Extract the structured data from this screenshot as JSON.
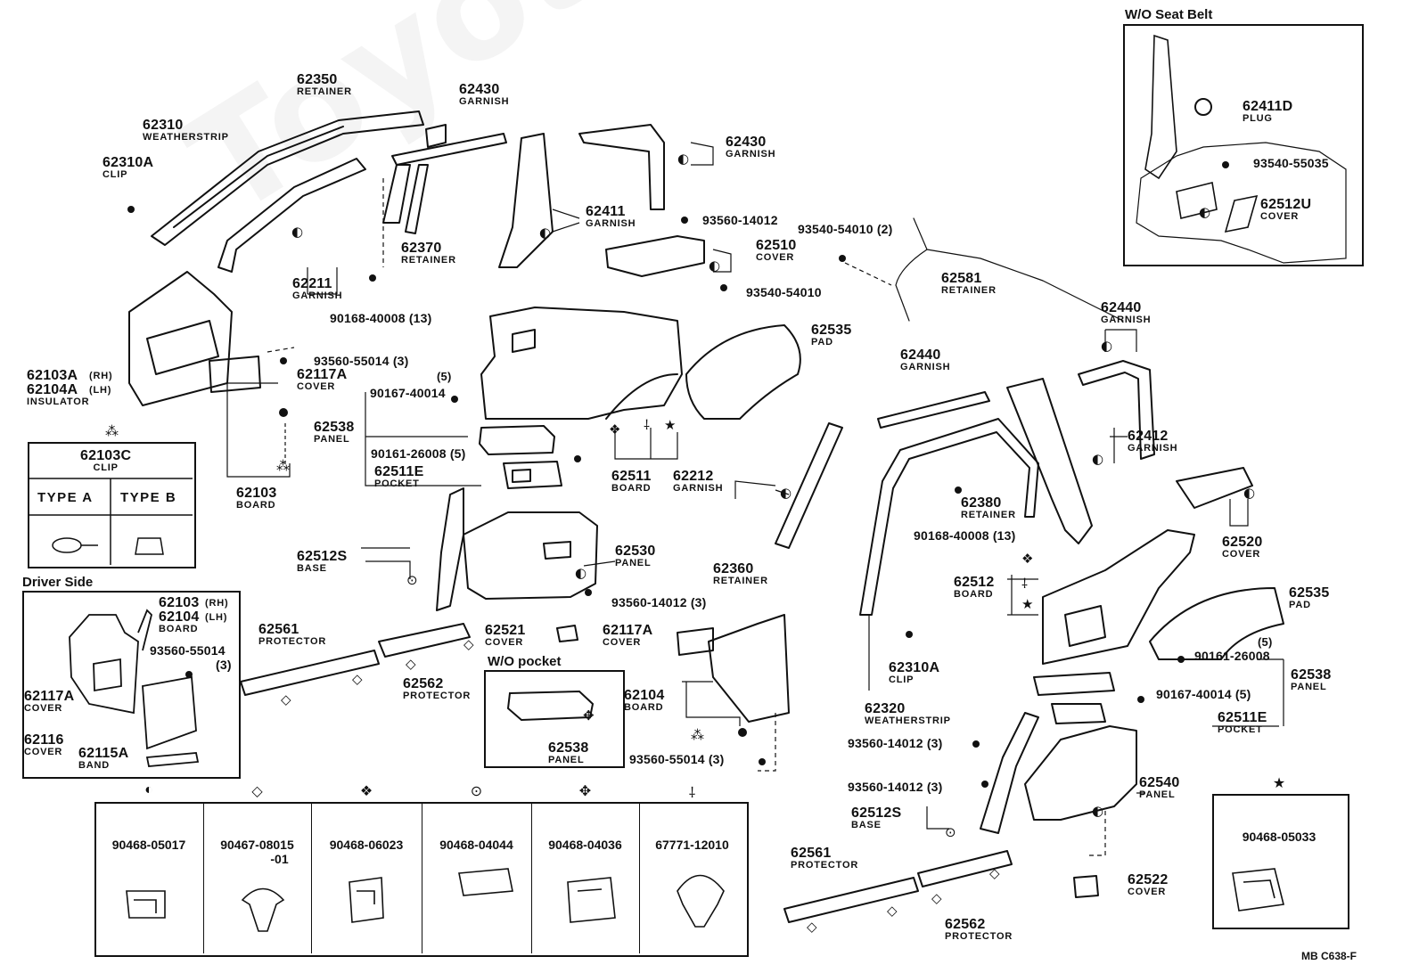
{
  "watermark": "ToyotaCarMine.ru",
  "reference": "MB  C638-F",
  "boxes": {
    "wo_seat_belt": "W/O Seat Belt",
    "driver_side": "Driver Side",
    "wo_pocket": "W/O pocket",
    "clip_table": {
      "code": "62103C",
      "name": "CLIP",
      "type_a": "TYPE  A",
      "type_b": "TYPE  B"
    }
  },
  "parts": [
    {
      "id": "p62350",
      "num": "62350",
      "name": "RETAINER"
    },
    {
      "id": "p62310",
      "num": "62310",
      "name": "WEATHERSTRIP"
    },
    {
      "id": "p62310a",
      "num": "62310A",
      "name": "CLIP"
    },
    {
      "id": "p62430a",
      "num": "62430",
      "name": "GARNISH"
    },
    {
      "id": "p62430b",
      "num": "62430",
      "name": "GARNISH"
    },
    {
      "id": "p62411",
      "num": "62411",
      "name": "GARNISH"
    },
    {
      "id": "p62411d",
      "num": "62411D",
      "name": "PLUG"
    },
    {
      "id": "p93540_55035",
      "num": "93540-55035",
      "name": ""
    },
    {
      "id": "p62512u",
      "num": "62512U",
      "name": "COVER"
    },
    {
      "id": "p93560_14012a",
      "num": "93560-14012",
      "name": ""
    },
    {
      "id": "p62370",
      "num": "62370",
      "name": "RETAINER"
    },
    {
      "id": "p62211",
      "num": "62211",
      "name": "GARNISH"
    },
    {
      "id": "p90168a",
      "num": "90168-40008 (13)",
      "name": ""
    },
    {
      "id": "p62510",
      "num": "62510",
      "name": "COVER"
    },
    {
      "id": "p93540_54010a",
      "num": "93540-54010 (2)",
      "name": ""
    },
    {
      "id": "p93540_54010b",
      "num": "93540-54010",
      "name": ""
    },
    {
      "id": "p62581",
      "num": "62581",
      "name": "RETAINER"
    },
    {
      "id": "p62440a",
      "num": "62440",
      "name": "GARNISH"
    },
    {
      "id": "p62440b",
      "num": "62440",
      "name": "GARNISH"
    },
    {
      "id": "p93560_55014a",
      "num": "93560-55014 (3)",
      "name": ""
    },
    {
      "id": "p62117a",
      "num": "62117A",
      "name": "COVER"
    },
    {
      "id": "p62103a",
      "num": "62103A",
      "name": "",
      "suffix": "(RH)"
    },
    {
      "id": "p62104a",
      "num": "62104A",
      "name": "INSULATOR",
      "suffix": "(LH)"
    },
    {
      "id": "p62535a",
      "num": "62535",
      "name": "PAD"
    },
    {
      "id": "p90167a",
      "num": "90167-40014",
      "name": ""
    },
    {
      "id": "p5a",
      "num": "(5)",
      "name": ""
    },
    {
      "id": "p62538a",
      "num": "62538",
      "name": "PANEL"
    },
    {
      "id": "p90161a",
      "num": "90161-26008 (5)",
      "name": ""
    },
    {
      "id": "p62511e",
      "num": "62511E",
      "name": "POCKET"
    },
    {
      "id": "p62511",
      "num": "62511",
      "name": "BOARD"
    },
    {
      "id": "p62212",
      "num": "62212",
      "name": "GARNISH"
    },
    {
      "id": "p62412",
      "num": "62412",
      "name": "GARNISH"
    },
    {
      "id": "p62103",
      "num": "62103",
      "name": "BOARD"
    },
    {
      "id": "p62380",
      "num": "62380",
      "name": "RETAINER"
    },
    {
      "id": "p90168b",
      "num": "90168-40008 (13)",
      "name": ""
    },
    {
      "id": "p62520",
      "num": "62520",
      "name": "COVER"
    },
    {
      "id": "p62512s",
      "num": "62512S",
      "name": "BASE"
    },
    {
      "id": "p62530",
      "num": "62530",
      "name": "PANEL"
    },
    {
      "id": "p62360",
      "num": "62360",
      "name": "RETAINER"
    },
    {
      "id": "p62512",
      "num": "62512",
      "name": "BOARD"
    },
    {
      "id": "p62535b",
      "num": "62535",
      "name": "PAD"
    },
    {
      "id": "p93560_14012b",
      "num": "93560-14012 (3)",
      "name": ""
    },
    {
      "id": "p62103rh",
      "num": "62103",
      "name": "",
      "suffix": "(RH)"
    },
    {
      "id": "p62104lh",
      "num": "62104",
      "name": "BOARD",
      "suffix": "(LH)"
    },
    {
      "id": "p93560_55014b",
      "num": "93560-55014",
      "name": ""
    },
    {
      "id": "p3b",
      "num": "(3)",
      "name": ""
    },
    {
      "id": "p62117a_d",
      "num": "62117A",
      "name": "COVER"
    },
    {
      "id": "p62116",
      "num": "62116",
      "name": "COVER"
    },
    {
      "id": "p62115a",
      "num": "62115A",
      "name": "BAND"
    },
    {
      "id": "p62561a",
      "num": "62561",
      "name": "PROTECTOR"
    },
    {
      "id": "p62562a",
      "num": "62562",
      "name": "PROTECTOR"
    },
    {
      "id": "p62521",
      "num": "62521",
      "name": "COVER"
    },
    {
      "id": "p62117a_b",
      "num": "62117A",
      "name": "COVER"
    },
    {
      "id": "p62538_wo",
      "num": "62538",
      "name": "PANEL"
    },
    {
      "id": "p62104",
      "num": "62104",
      "name": "BOARD"
    },
    {
      "id": "p93560_55014c",
      "num": "93560-55014 (3)",
      "name": ""
    },
    {
      "id": "p62310a_b",
      "num": "62310A",
      "name": "CLIP"
    },
    {
      "id": "p62320",
      "num": "62320",
      "name": "WEATHERSTRIP"
    },
    {
      "id": "p5b",
      "num": "(5)",
      "name": ""
    },
    {
      "id": "p90161b",
      "num": "90161-26008",
      "name": ""
    },
    {
      "id": "p62538b",
      "num": "62538",
      "name": "PANEL"
    },
    {
      "id": "p90167b",
      "num": "90167-40014 (5)",
      "name": ""
    },
    {
      "id": "p62511e_b",
      "num": "62511E",
      "name": "POCKET"
    },
    {
      "id": "p93560_14012c",
      "num": "93560-14012 (3)",
      "name": ""
    },
    {
      "id": "p93560_14012d",
      "num": "93560-14012 (3)",
      "name": ""
    },
    {
      "id": "p62540",
      "num": "62540",
      "name": "PANEL"
    },
    {
      "id": "p62512s_b",
      "num": "62512S",
      "name": "BASE"
    },
    {
      "id": "p62561b",
      "num": "62561",
      "name": "PROTECTOR"
    },
    {
      "id": "p62562b",
      "num": "62562",
      "name": "PROTECTOR"
    },
    {
      "id": "p62522",
      "num": "62522",
      "name": "COVER"
    }
  ],
  "legend": [
    {
      "symbol": "◐",
      "code": "90468-05017",
      "code2": ""
    },
    {
      "symbol": "◇",
      "code": "90467-08015",
      "code2": "-01"
    },
    {
      "symbol": "❖",
      "code": "90468-06023",
      "code2": ""
    },
    {
      "symbol": "⊙",
      "code": "90468-04044",
      "code2": ""
    },
    {
      "symbol": "✥",
      "code": "90468-04036",
      "code2": ""
    },
    {
      "symbol": "⸸",
      "code": "67771-12010",
      "code2": ""
    }
  ],
  "star_box": {
    "symbol": "★",
    "code": "90468-05033"
  }
}
